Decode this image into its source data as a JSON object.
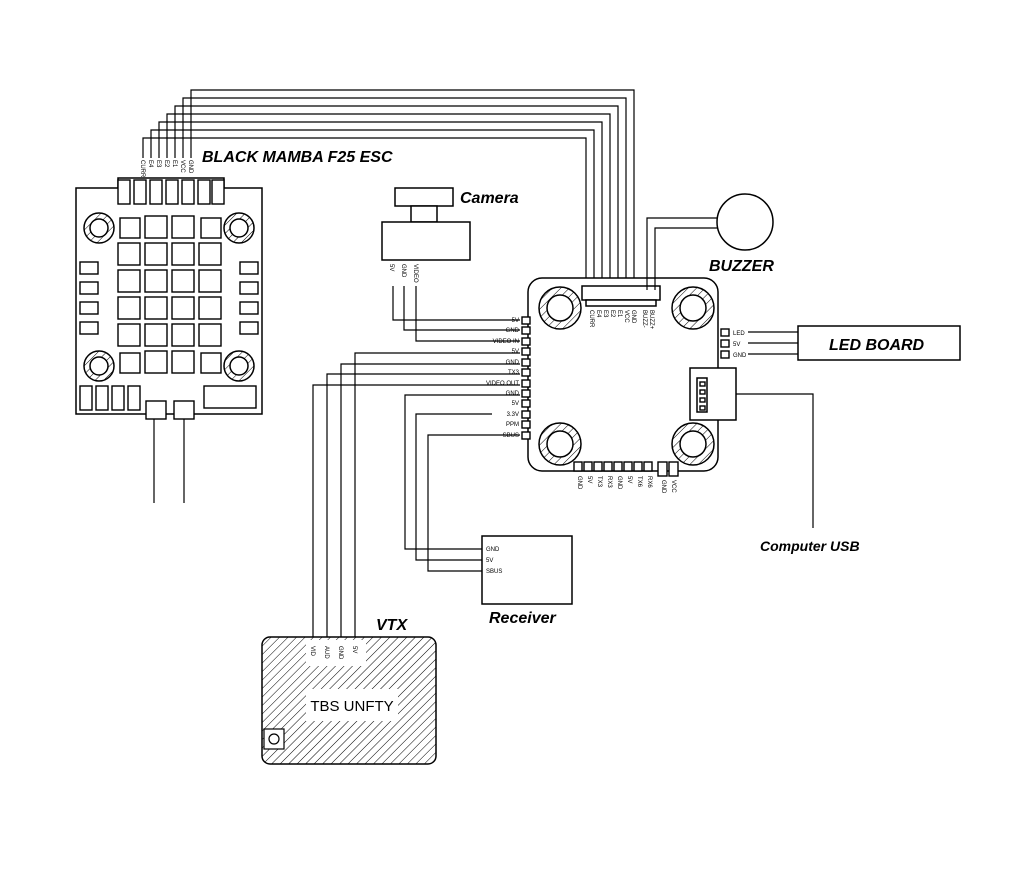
{
  "labels": {
    "esc_title": "BLACK MAMBA F25 ESC",
    "camera": "Camera",
    "buzzer": "BUZZER",
    "led_board": "LED BOARD",
    "computer_usb": "Computer USB",
    "receiver": "Receiver",
    "vtx": "VTX",
    "vtx_model": "TBS UNFTY"
  },
  "esc_pins": [
    "CURR",
    "E4",
    "E3",
    "E2",
    "E1",
    "VCC",
    "GND"
  ],
  "camera_pins": [
    "5V",
    "GND",
    "VIDEO"
  ],
  "fc_left_pins": [
    "5V",
    "GND",
    "VIDEO IN",
    "5V",
    "GND",
    "TX3",
    "VIDEO OUT",
    "GND",
    "5V",
    "3.3V",
    "PPM",
    "SBUS"
  ],
  "fc_top_pins": [
    "CURR",
    "E4",
    "E3",
    "E2",
    "E1",
    "VCC",
    "GND",
    "BUZZ-",
    "BUZZ+"
  ],
  "fc_right_pins": [
    "LED",
    "5V",
    "GND"
  ],
  "fc_bottom_pins": [
    "GND",
    "5V",
    "TX3",
    "RX3",
    "GND",
    "5V",
    "TX6",
    "RX6",
    "GND",
    "VCC"
  ],
  "receiver_pins": [
    "GND",
    "5V",
    "SBUS"
  ],
  "vtx_pins": [
    "VID",
    "AUD",
    "GND",
    "5V"
  ],
  "colors": {
    "line": "#000000",
    "background": "#ffffff"
  }
}
